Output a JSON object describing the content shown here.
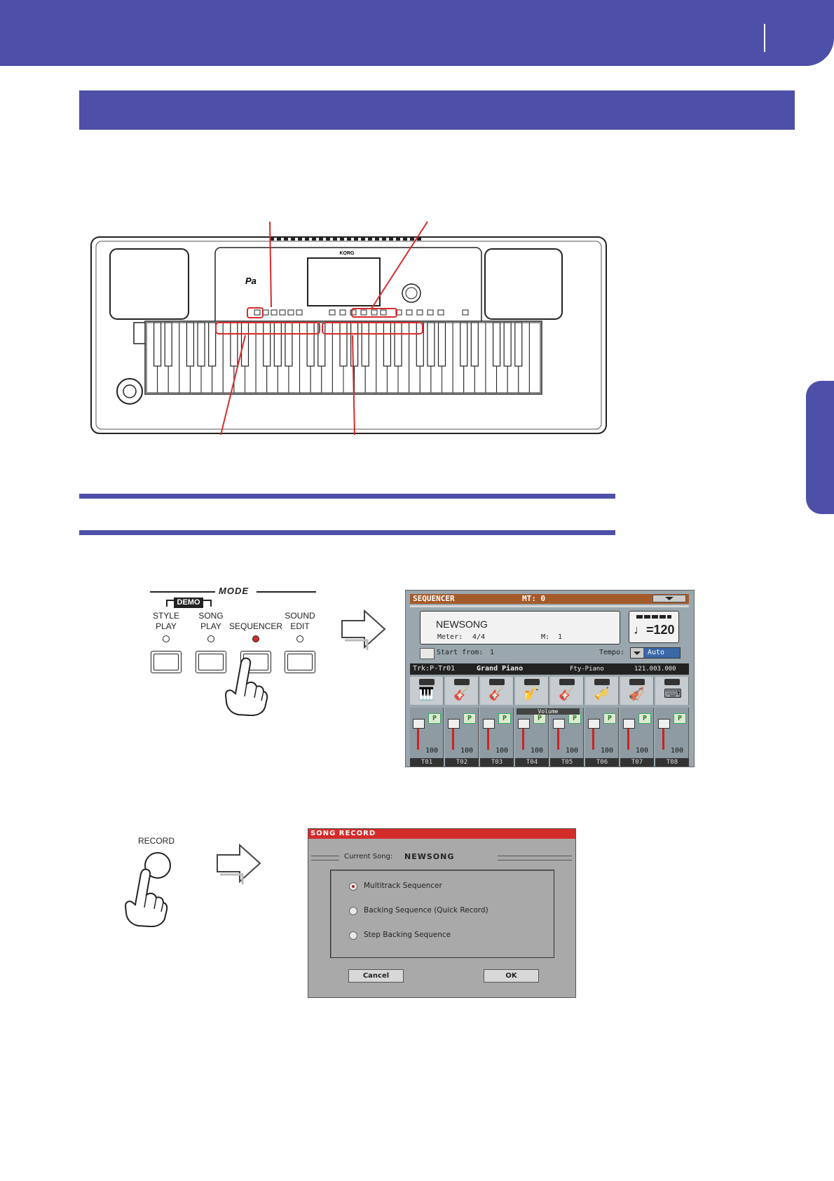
{
  "colors": {
    "brand": "#4d4fa8",
    "callout": "#d62b2b",
    "seq_title": "#a55a2a",
    "rec_title": "#d42b2b"
  },
  "mode_panel": {
    "title": "MODE",
    "demo_label": "DEMO",
    "buttons": [
      {
        "label_line1": "STYLE",
        "label_line2": "PLAY",
        "led_on": false
      },
      {
        "label_line1": "SONG",
        "label_line2": "PLAY",
        "led_on": false
      },
      {
        "label_line1": "",
        "label_line2": "SEQUENCER",
        "led_on": true
      },
      {
        "label_line1": "SOUND",
        "label_line2": "EDIT",
        "led_on": false
      }
    ]
  },
  "record_panel": {
    "label": "RECORD"
  },
  "sequencer_screen": {
    "title": "SEQUENCER",
    "mt_label": "MT: 0",
    "song_name": "NEWSONG",
    "meter_label": "Meter:",
    "meter_value": "4/4",
    "measure_label": "M:",
    "measure_value": "1",
    "tempo_value": "♩=120",
    "start_from_label": "Start from:",
    "start_from_value": "1",
    "tempo_label": "Tempo:",
    "tempo_mode": "Auto",
    "track_id": "Trk:P-Tr01",
    "track_sound": "Grand Piano",
    "track_bank": "Fty-Piano",
    "track_position": "121.003.000",
    "volume_label": "Volume",
    "tracks": [
      {
        "label": "T01",
        "volume": "100",
        "play": "P",
        "icon": "piano-icon"
      },
      {
        "label": "T02",
        "volume": "100",
        "play": "P",
        "icon": "guitar-icon"
      },
      {
        "label": "T03",
        "volume": "100",
        "play": "P",
        "icon": "guitar-icon"
      },
      {
        "label": "T04",
        "volume": "100",
        "play": "P",
        "icon": "saxophone-icon"
      },
      {
        "label": "T05",
        "volume": "100",
        "play": "P",
        "icon": "guitar-icon"
      },
      {
        "label": "T06",
        "volume": "100",
        "play": "P",
        "icon": "brass-icon"
      },
      {
        "label": "T07",
        "volume": "100",
        "play": "P",
        "icon": "strings-icon"
      },
      {
        "label": "T08",
        "volume": "100",
        "play": "P",
        "icon": "keyboard-icon"
      }
    ]
  },
  "song_record_dialog": {
    "title": "SONG RECORD",
    "current_song_label": "Current Song:",
    "current_song_value": "NEWSONG",
    "options": [
      {
        "label": "Multitrack Sequencer",
        "selected": true
      },
      {
        "label": "Backing Sequence (Quick Record)",
        "selected": false
      },
      {
        "label": "Step Backing Sequence",
        "selected": false
      }
    ],
    "cancel_label": "Cancel",
    "ok_label": "OK"
  },
  "keyboard_illustration": {
    "brand_label": "KORG",
    "model_label": "Pa"
  }
}
